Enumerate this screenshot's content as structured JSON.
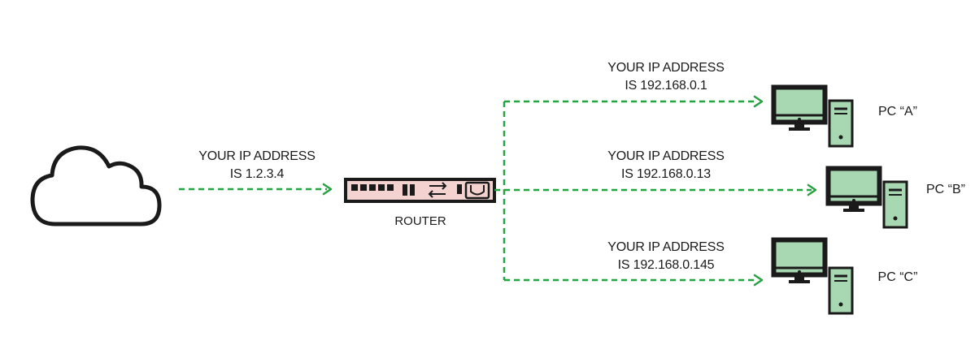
{
  "internet_link": {
    "label_line1": "YOUR IP ADDRESS",
    "label_line2": "IS 1.2.3.4"
  },
  "router": {
    "label": "ROUTER"
  },
  "pcs": [
    {
      "name": "PC “A”",
      "label_line1": "YOUR IP ADDRESS",
      "label_line2": "IS 192.168.0.1"
    },
    {
      "name": "PC “B”",
      "label_line1": "YOUR IP ADDRESS",
      "label_line2": "IS 192.168.0.13"
    },
    {
      "name": "PC “C”",
      "label_line1": "YOUR IP ADDRESS",
      "label_line2": "IS 192.168.0.145"
    }
  ],
  "colors": {
    "link": "#27a243",
    "screen": "#a8d8b1",
    "router_body": "#f3d2cf",
    "outline": "#1a1a1a"
  },
  "icons": [
    "cloud-icon",
    "router-icon",
    "computer-icon"
  ]
}
